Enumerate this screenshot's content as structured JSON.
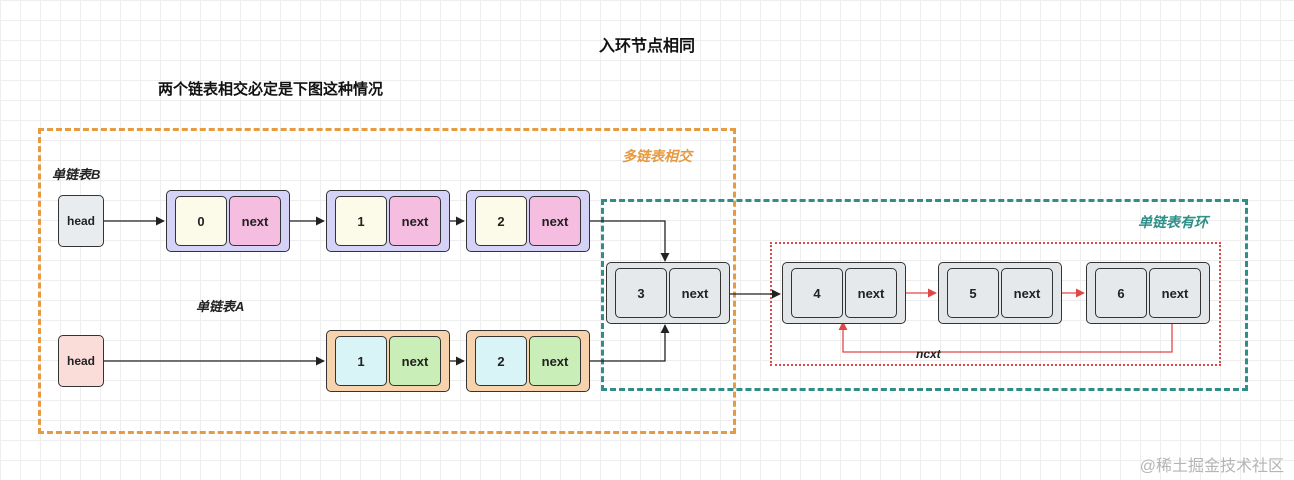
{
  "title": "入环节点相同",
  "subtitle": "两个链表相交必定是下图这种情况",
  "labels": {
    "list_b": "单链表B",
    "list_a": "单链表A",
    "multi_intersect": "多链表相交",
    "cycle_list": "单链表有环",
    "loop_edge": "ncxt"
  },
  "heads": {
    "b": "head",
    "a": "head"
  },
  "nodes": {
    "b0": {
      "value": "0",
      "next": "next"
    },
    "b1": {
      "value": "1",
      "next": "next"
    },
    "b2": {
      "value": "2",
      "next": "next"
    },
    "a1": {
      "value": "1",
      "next": "next"
    },
    "a2": {
      "value": "2",
      "next": "next"
    },
    "n3": {
      "value": "3",
      "next": "next"
    },
    "n4": {
      "value": "4",
      "next": "next"
    },
    "n5": {
      "value": "5",
      "next": "next"
    },
    "n6": {
      "value": "6",
      "next": "next"
    }
  },
  "watermark": "@稀土掘金技术社区",
  "colors": {
    "multi_border": "#e69a41",
    "cycle_border": "#2f8f88",
    "loop_border": "#e04848",
    "b_node_bg": "#d4d3f7",
    "a_node_bg": "#f6d3ad",
    "shared_node_bg": "#e3e6e8",
    "b_head_bg": "#e8ecef",
    "a_head_bg": "#fadcd9",
    "b_value_bg": "#fcfbea",
    "b_next_bg": "#f5bde0",
    "a_value_bg": "#d9f4f6",
    "a_next_bg": "#c9eeb8",
    "shared_cell_bg": "#e5e9ec",
    "loop_arrow": "#e04848"
  }
}
